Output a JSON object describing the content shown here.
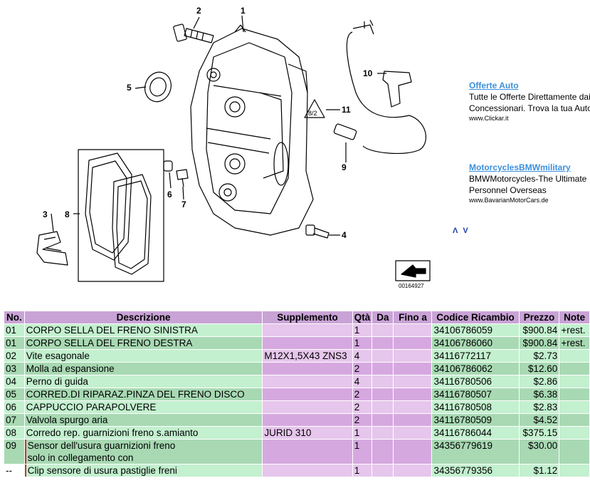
{
  "diagram": {
    "callouts": [
      "1",
      "2",
      "3",
      "4",
      "5",
      "6",
      "7",
      "8",
      "9",
      "10",
      "11"
    ],
    "code": "00164927"
  },
  "ads": [
    {
      "title": "Offerte Auto",
      "lines": [
        "Tutte le Offerte Direttamente dai",
        "Concessionari. Trova la tua Auto!"
      ],
      "url": "www.Clickar.it"
    },
    {
      "title": "MotorcyclesBMWmilitary",
      "lines": [
        "BMWMotorcycles-The Ultimate",
        "Personnel Overseas"
      ],
      "url": "www.BavarianMotorCars.de"
    }
  ],
  "pager": {
    "prev": "Λ",
    "next": "V"
  },
  "table": {
    "headers": [
      "No.",
      "Descrizione",
      "Supplemento",
      "Qtà",
      "Da",
      "Fino a",
      "Codice Ricambio",
      "Prezzo",
      "Note"
    ],
    "rows": [
      {
        "no": "01",
        "desc": "CORPO SELLA DEL FRENO SINISTRA",
        "supp": "",
        "qty": "1",
        "da": "",
        "fino": "",
        "code": "34106786059",
        "price": "$900.84",
        "note": "+rest."
      },
      {
        "no": "01",
        "desc": "CORPO SELLA DEL FRENO DESTRA",
        "supp": "",
        "qty": "1",
        "da": "",
        "fino": "",
        "code": "34106786060",
        "price": "$900.84",
        "note": "+rest."
      },
      {
        "no": "02",
        "desc": "Vite esagonale",
        "supp": "M12X1,5X43 ZNS3",
        "qty": "4",
        "da": "",
        "fino": "",
        "code": "34116772117",
        "price": "$2.73",
        "note": ""
      },
      {
        "no": "03",
        "desc": "Molla ad espansione",
        "supp": "",
        "qty": "2",
        "da": "",
        "fino": "",
        "code": "34106786062",
        "price": "$12.60",
        "note": ""
      },
      {
        "no": "04",
        "desc": "Perno di guida",
        "supp": "",
        "qty": "4",
        "da": "",
        "fino": "",
        "code": "34116780506",
        "price": "$2.86",
        "note": ""
      },
      {
        "no": "05",
        "desc": "CORRED.DI RIPARAZ.PINZA DEL FRENO DISCO",
        "supp": "",
        "qty": "2",
        "da": "",
        "fino": "",
        "code": "34116780507",
        "price": "$6.38",
        "note": ""
      },
      {
        "no": "06",
        "desc": "CAPPUCCIO PARAPOLVERE",
        "supp": "",
        "qty": "2",
        "da": "",
        "fino": "",
        "code": "34116780508",
        "price": "$2.83",
        "note": ""
      },
      {
        "no": "07",
        "desc": "Valvola spurgo aria",
        "supp": "",
        "qty": "2",
        "da": "",
        "fino": "",
        "code": "34116780509",
        "price": "$4.52",
        "note": ""
      },
      {
        "no": "08",
        "desc": "Corredo rep. guarnizioni freno s.amianto",
        "supp": "JURID 310",
        "qty": "1",
        "da": "",
        "fino": "",
        "code": "34116786044",
        "price": "$375.15",
        "note": ""
      },
      {
        "no": "09",
        "desc": "Sensor dell'usura guarnizioni freno",
        "desc2": "solo in collegamento con",
        "supp": "",
        "qty": "1",
        "da": "",
        "fino": "",
        "code": "34356779619",
        "price": "$30.00",
        "note": ""
      },
      {
        "no": "--",
        "desc": "Clip sensore di usura pastiglie freni",
        "supp": "",
        "qty": "1",
        "da": "",
        "fino": "",
        "code": "34356779356",
        "price": "$1.12",
        "note": ""
      }
    ]
  }
}
